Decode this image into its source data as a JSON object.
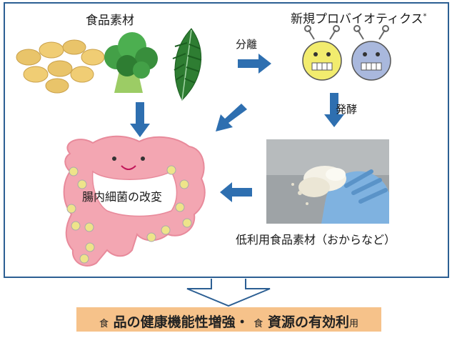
{
  "labels": {
    "food_materials": "食品素材",
    "new_probiotics": "新規プロバイオティクス",
    "new_probiotics_mark": "*",
    "separation": "分離",
    "fermentation": "発酵",
    "gut_improvement": "腸内細菌の改変",
    "low_use_materials": "低利用食品素材（おからなど）"
  },
  "banner": {
    "prefix_small": "食",
    "part1": "品の健康機能性増強・",
    "mid_small": "食",
    "part2": "資源の有効利",
    "suffix_small": "用"
  },
  "colors": {
    "frame": "#2c5f93",
    "arrow": "#2e6fb0",
    "banner_bg": "#f6c28a",
    "gut": "#f3a6b2",
    "bacteria_yellow": "#f2ec6e",
    "bacteria_blue": "#a9b8dd"
  },
  "icons": [
    "soybeans-icon",
    "broccoli-icon",
    "leaf-icon",
    "probiotic-yellow-icon",
    "probiotic-blue-icon",
    "intestine-icon",
    "okara-photo"
  ]
}
